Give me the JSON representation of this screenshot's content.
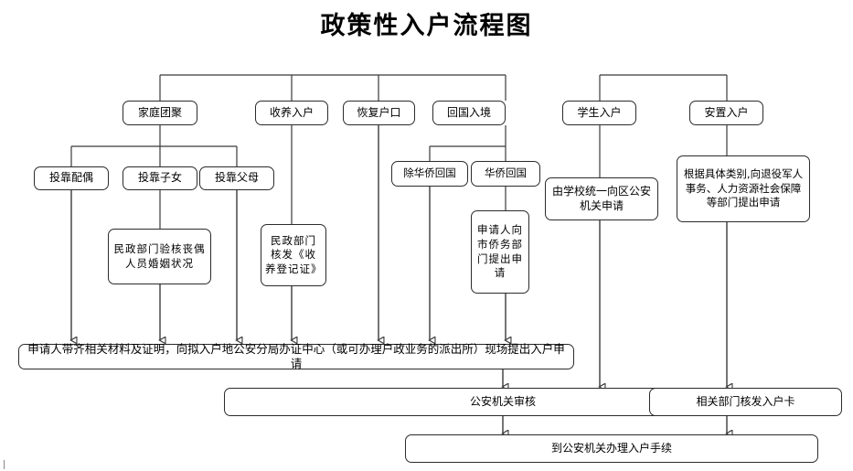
{
  "title": "政策性入户流程图",
  "chart_data": {
    "type": "diagram",
    "title": "政策性入户流程图",
    "nodes": [
      {
        "id": "jtty",
        "label": "家庭团聚",
        "level": 1
      },
      {
        "id": "sy",
        "label": "收养入户",
        "level": 1
      },
      {
        "id": "hf",
        "label": "恢复户口",
        "level": 1
      },
      {
        "id": "hgrj",
        "label": "回国入境",
        "level": 1
      },
      {
        "id": "xs",
        "label": "学生入户",
        "level": 1
      },
      {
        "id": "az",
        "label": "安置入户",
        "level": 1
      },
      {
        "id": "tkpo",
        "label": "投靠配偶",
        "level": 2
      },
      {
        "id": "tkzn",
        "label": "投靠子女",
        "level": 2
      },
      {
        "id": "tkfm",
        "label": "投靠父母",
        "level": 2
      },
      {
        "id": "chqhg",
        "label": "除华侨回国",
        "level": 2
      },
      {
        "id": "hqhg",
        "label": "华侨回国",
        "level": 2
      },
      {
        "id": "mzyh",
        "label": "民政部门验核丧偶人员婚姻状况",
        "level": 3
      },
      {
        "id": "mzhf",
        "label": "民政部门核发《收养登记证》",
        "level": 3
      },
      {
        "id": "sqrqw",
        "label": "申请人向市侨务部门提出申请",
        "level": 3
      },
      {
        "id": "xxtj",
        "label": "由学校统一向区公安机关申请",
        "level": 3
      },
      {
        "id": "tyjr",
        "label": "根据具体类别,向退役军人事务、人力资源社会保障等部门提出申请",
        "level": 3
      },
      {
        "id": "bar1",
        "label": "申请人带齐相关材料及证明，向拟入户地公安分局办证中心（或可办理户政业务的派出所）现场提出入户申请",
        "level": 4
      },
      {
        "id": "gaShen",
        "label": "公安机关审核",
        "level": 5
      },
      {
        "id": "hfka",
        "label": "相关部门核发入户卡",
        "level": 5
      },
      {
        "id": "final",
        "label": "到公安机关办理入户手续",
        "level": 6
      }
    ],
    "edges": [
      {
        "from": "jtty",
        "to": "tkpo"
      },
      {
        "from": "jtty",
        "to": "tkzn"
      },
      {
        "from": "jtty",
        "to": "tkfm"
      },
      {
        "from": "hgrj",
        "to": "chqhg"
      },
      {
        "from": "hgrj",
        "to": "hqhg"
      },
      {
        "from": "tkzn",
        "to": "mzyh"
      },
      {
        "from": "sy",
        "to": "mzhf"
      },
      {
        "from": "hqhg",
        "to": "sqrqw"
      },
      {
        "from": "xs",
        "to": "xxtj"
      },
      {
        "from": "az",
        "to": "tyjr"
      },
      {
        "from": "tkpo",
        "to": "bar1"
      },
      {
        "from": "mzyh",
        "to": "bar1"
      },
      {
        "from": "tkfm",
        "to": "bar1"
      },
      {
        "from": "mzhf",
        "to": "bar1"
      },
      {
        "from": "hf",
        "to": "bar1"
      },
      {
        "from": "chqhg",
        "to": "bar1"
      },
      {
        "from": "sqrqw",
        "to": "bar1"
      },
      {
        "from": "bar1",
        "to": "gaShen"
      },
      {
        "from": "xxtj",
        "to": "gaShen"
      },
      {
        "from": "tyjr",
        "to": "hfka"
      },
      {
        "from": "gaShen",
        "to": "final"
      },
      {
        "from": "hfka",
        "to": "final"
      }
    ],
    "colors": {
      "stroke": "#2b2b2b",
      "fill": "#ffffff",
      "text": "#000000"
    }
  },
  "nodes": {
    "jtty": "家庭团聚",
    "sy": "收养入户",
    "hf": "恢复户口",
    "hgrj": "回国入境",
    "xs": "学生入户",
    "az": "安置入户",
    "tkpo": "投靠配偶",
    "tkzn": "投靠子女",
    "tkfm": "投靠父母",
    "chqhg": "除华侨回国",
    "hqhg": "华侨回国",
    "mzyh": "民政部门验核丧偶人员婚姻状况",
    "mzhf": "民政部门核发《收养登记证》",
    "sqrqw": "申请人向市侨务部门提出申请",
    "xxtj": "由学校统一向区公安机关申请",
    "tyjr": "根据具体类别,向退役军人事务、人力资源社会保障等部门提出申请",
    "bar1": "申请人带齐相关材料及证明，向拟入户地公安分局办证中心（或可办理户政业务的派出所）现场提出入户申请",
    "gaShen": "公安机关审核",
    "hfka": "相关部门核发入户卡",
    "final": "到公安机关办理入户手续"
  }
}
